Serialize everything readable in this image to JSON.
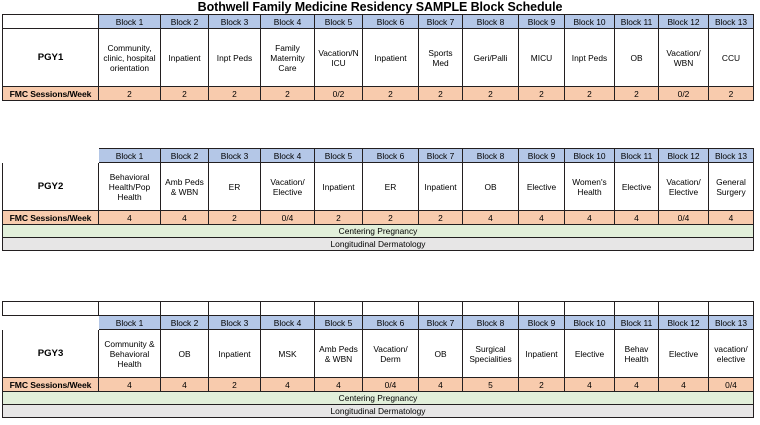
{
  "document": {
    "title": "Bothwell Family Medicine Residency SAMPLE Block Schedule"
  },
  "colors": {
    "block_header_bg": "#b4c7e7",
    "fmc_row_bg": "#f8cbad",
    "centering_pregnancy_bg": "#e2efda",
    "longitudinal_derm_bg": "#e7e6e6",
    "border": "#231f20",
    "cell_bg": "#ffffff"
  },
  "block_headers": [
    "Block 1",
    "Block 2",
    "Block 3",
    "Block 4",
    "Block 5",
    "Block 6",
    "Block 7",
    "Block 8",
    "Block 9",
    "Block 10",
    "Block 11",
    "Block 12",
    "Block 13"
  ],
  "labels": {
    "fmc_sessions": "FMC Sessions/Week",
    "centering_pregnancy": "Centering Pregnancy",
    "longitudinal_dermatology": "Longitudinal Dermatology"
  },
  "years": [
    {
      "id": "pgy1",
      "label": "PGY1",
      "has_leading_blank_row": false,
      "has_bands": false,
      "rotations": [
        "Community, clinic, hospital orientation",
        "Inpatient",
        "Inpt Peds",
        "Family Maternity Care",
        "Vacation/N ICU",
        "Inpatient",
        "Sports Med",
        "Geri/Palli",
        "MICU",
        "Inpt Peds",
        "OB",
        "Vacation/ WBN",
        "CCU"
      ],
      "fmc_sessions": [
        "2",
        "2",
        "2",
        "2",
        "0/2",
        "2",
        "2",
        "2",
        "2",
        "2",
        "2",
        "0/2",
        "2"
      ]
    },
    {
      "id": "pgy2",
      "label": "PGY2",
      "has_leading_blank_row": false,
      "has_bands": true,
      "rotations": [
        "Behavioral Health/Pop Health",
        "Amb Peds & WBN",
        "ER",
        "Vacation/ Elective",
        "Inpatient",
        "ER",
        "Inpatient",
        "OB",
        "Elective",
        "Women's Health",
        "Elective",
        "Vacation/ Elective",
        "General Surgery"
      ],
      "fmc_sessions": [
        "4",
        "4",
        "2",
        "0/4",
        "2",
        "2",
        "2",
        "4",
        "4",
        "4",
        "4",
        "0/4",
        "4"
      ]
    },
    {
      "id": "pgy3",
      "label": "PGY3",
      "has_leading_blank_row": true,
      "has_bands": true,
      "rotations": [
        "Community & Behavioral Health",
        "OB",
        "Inpatient",
        "MSK",
        "Amb Peds & WBN",
        "Vacation/ Derm",
        "OB",
        "Surgical Specialities",
        "Inpatient",
        "Elective",
        "Behav Health",
        "Elective",
        "vacation/ elective"
      ],
      "fmc_sessions": [
        "4",
        "4",
        "2",
        "4",
        "4",
        "0/4",
        "4",
        "5",
        "2",
        "4",
        "4",
        "4",
        "0/4"
      ]
    }
  ]
}
